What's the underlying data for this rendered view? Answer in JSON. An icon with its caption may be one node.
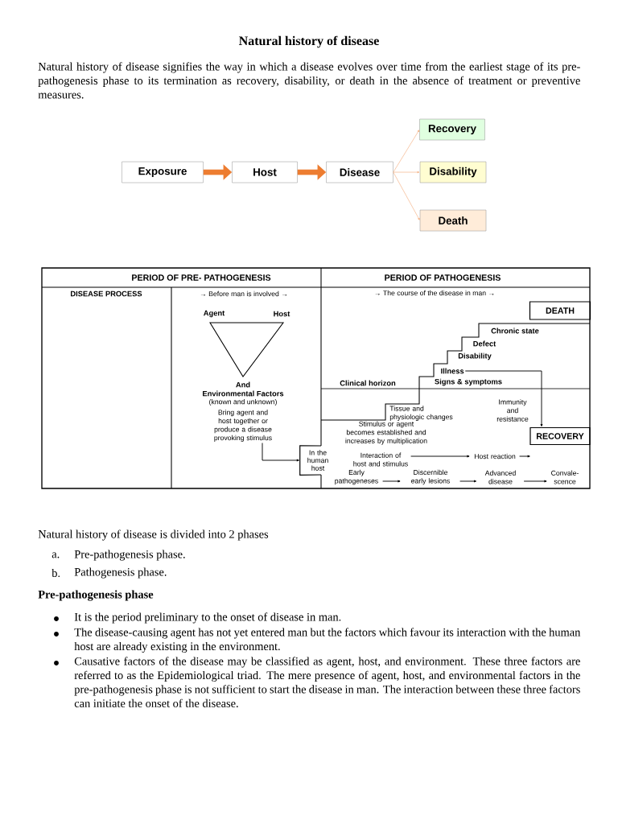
{
  "diagram": {
    "title": "Natural history of disease",
    "nodes": [
      {
        "text": [
          "Exposure"
        ]
      },
      {
        "text": [
          "Host"
        ]
      },
      {
        "text": [
          "Disease"
        ]
      },
      {
        "text": [
          "Recovery"
        ]
      },
      {
        "text": [
          "Disability"
        ]
      },
      {
        "text": [
          "Death"
        ]
      },
      {
        "text": [
          "Bring agent and host together or produce a disease provoking stimulus"
        ]
      },
      {
        "text": [
          "In the human host"
        ]
      },
      {
        "text": [
          "DEATH"
        ]
      },
      {
        "text": [
          "Illness"
        ]
      },
      {
        "text": [
          "RECOVERY"
        ]
      },
      {
        "text": [
          "Interaction of host and stimulus"
        ]
      },
      {
        "text": [
          "Host reaction"
        ]
      },
      {
        "text": [
          "Early pathogeneses"
        ]
      },
      {
        "text": [
          "Discernible early lesions"
        ]
      },
      {
        "text": [
          "Advanced disease"
        ]
      },
      {
        "text": [
          "Convale- scence"
        ]
      }
    ],
    "edges": [
      {
        "from": 0,
        "to": 1,
        "arrow": "to",
        "style": "thick",
        "color": "#ed7d31"
      },
      {
        "from": 1,
        "to": 2,
        "arrow": "to",
        "style": "thick",
        "color": "#ed7d31"
      },
      {
        "from": 2,
        "to": 3,
        "arrow": "to",
        "color": "#f4b183"
      },
      {
        "from": 2,
        "to": 4,
        "arrow": "to",
        "color": "#f4b183"
      },
      {
        "from": 2,
        "to": 5,
        "arrow": "to",
        "color": "#f4b183"
      },
      {
        "from": 6,
        "to": 7,
        "arrow": "to"
      },
      {
        "from": 9,
        "to": 10,
        "arrow": "to"
      },
      {
        "from": 11,
        "to": 12,
        "arrow": "to"
      },
      {
        "from": 12,
        "to": null,
        "arrow": "to"
      },
      {
        "from": 13,
        "to": 14,
        "arrow": "to"
      },
      {
        "from": 14,
        "to": 15,
        "arrow": "to"
      },
      {
        "from": 15,
        "to": 16,
        "arrow": "to"
      }
    ],
    "labels": [
      "Natural history of disease signifies the way in which a disease evolves over time from the earliest stage of its pre-pathogenesis phase to its termination as recovery, disability, or death in the absence of treatment or preventive measures.",
      "PERIOD OF PRE- PATHOGENESIS",
      "PERIOD OF PATHOGENESIS",
      "DISEASE PROCESS",
      "→ Before man is involved →",
      "→ The course of the disease in man →",
      "Agent",
      "Host",
      "Chronic state",
      "Defect",
      "Disability",
      "And",
      "Environmental Factors",
      "(known and unknown)",
      "Clinical horizon",
      "Signs & symptoms",
      "Tissue and physiologic changes",
      "Immunity and resistance",
      "Stimulus or agent becomes established and increases by multiplication",
      "Natural history of disease is divided into 2 phases",
      "a.",
      "Pre-pathogenesis phase.",
      "b.",
      "Pathogenesis phase.",
      "Pre-pathogenesis phase",
      "It is the period preliminary to the onset of disease in man.",
      "The disease-causing agent has not yet entered man but the factors which favour its interaction with the human host are already existing in the environment.",
      "Causative factors of the disease may be classified as agent, host, and environment. These three factors are referred to as the Epidemiological triad. The mere presence of agent, host, and environmental factors in the pre-pathogenesis phase is not sufficient to start the disease in man. The interaction between these three factors can initiate the onset of the disease."
    ]
  }
}
